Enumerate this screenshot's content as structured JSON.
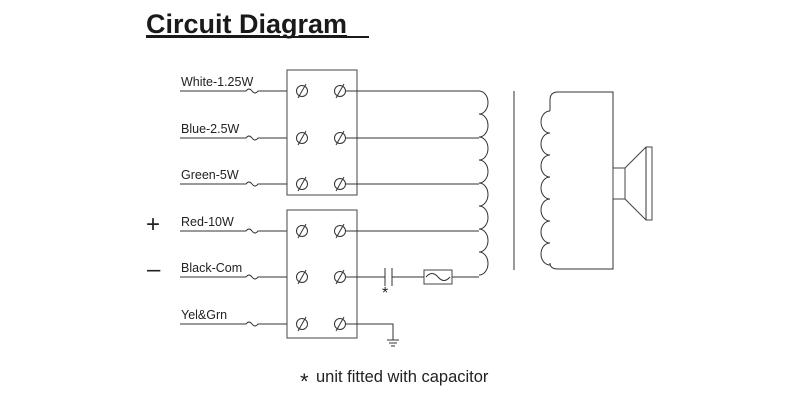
{
  "title": "Circuit Diagram",
  "taps": [
    {
      "label": "White-1.25W"
    },
    {
      "label": "Blue-2.5W"
    },
    {
      "label": "Green-5W"
    },
    {
      "label": "Red-10W"
    },
    {
      "label": "Black-Com"
    },
    {
      "label": "Yel&Grn"
    }
  ],
  "polarity": {
    "plus": "+",
    "minus": "–"
  },
  "capacitor_mark": "*",
  "footnote": {
    "star": "*",
    "text": "unit fitted with capacitor"
  },
  "icons": [
    "terminal-screw-icon",
    "capacitor-icon",
    "fuse-icon",
    "ground-icon",
    "transformer-icon",
    "speaker-icon"
  ]
}
